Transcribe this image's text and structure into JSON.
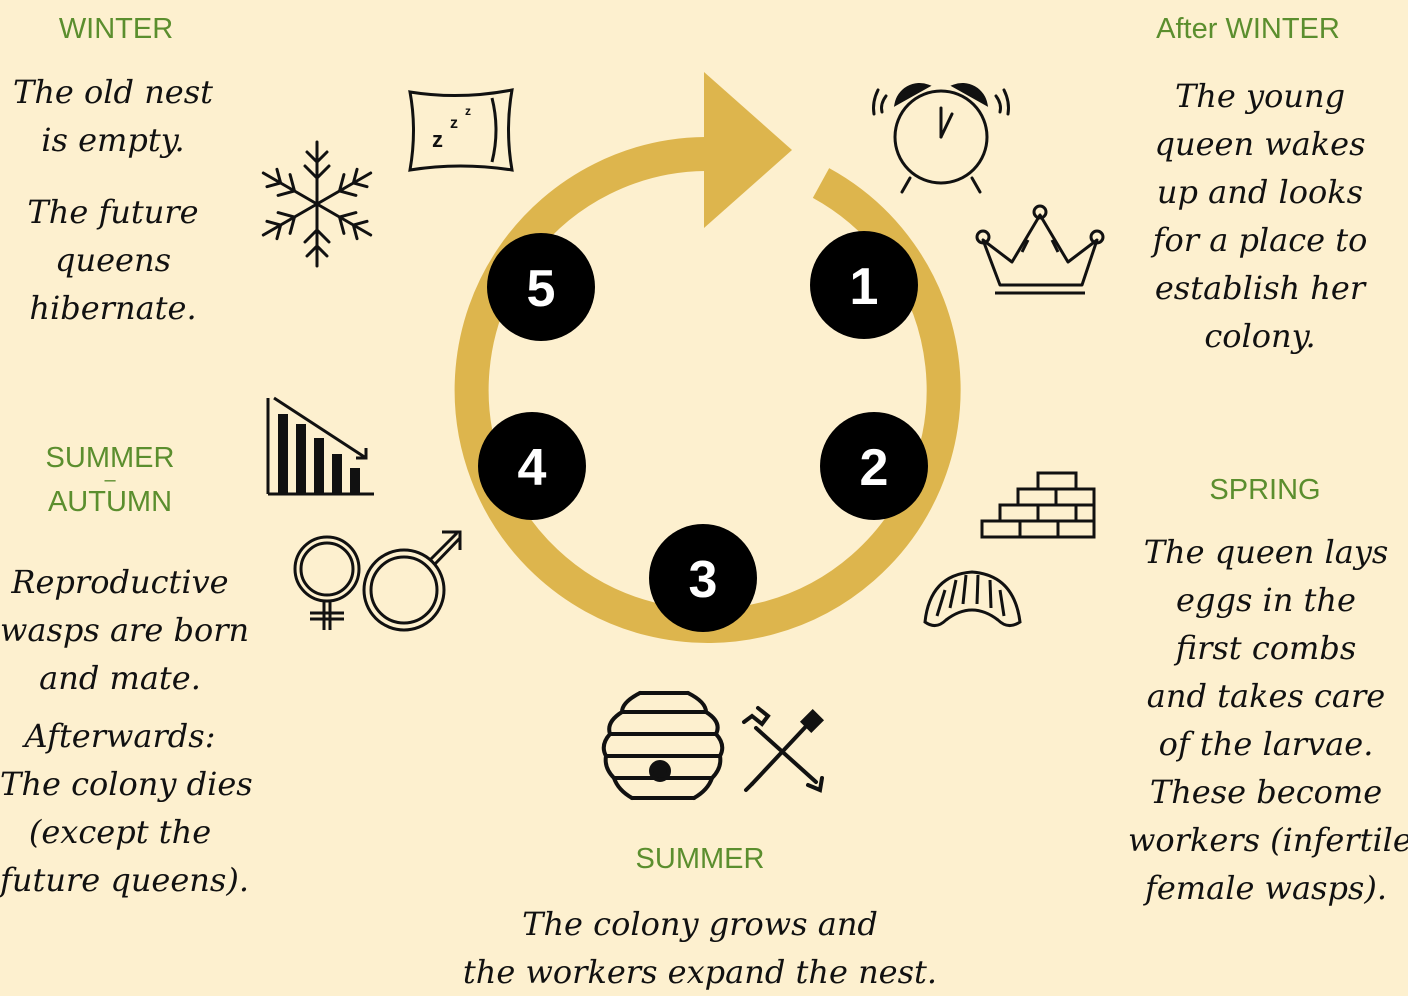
{
  "stages": {
    "winter": {
      "heading": "WINTER",
      "lines": [
        "The old nest",
        "is empty.",
        "The future",
        "queens",
        "hibernate."
      ]
    },
    "after_winter": {
      "heading": "After WINTER",
      "lines": [
        "The young",
        "queen wakes",
        "up and looks",
        "for a place to",
        "establish her",
        "colony."
      ]
    },
    "spring": {
      "heading": "SPRING",
      "lines": [
        "The queen lays",
        "eggs in the",
        "first combs",
        "and takes care",
        "of the larvae.",
        "These become",
        "workers (infertile",
        "female wasps)."
      ]
    },
    "summer": {
      "heading": "SUMMER",
      "lines": [
        "The colony grows and",
        "the workers expand the nest."
      ]
    },
    "summer_autumn": {
      "heading_top": "SUMMER",
      "heading_dash": "–",
      "heading_bottom": "AUTUMN",
      "lines": [
        "Reproductive",
        "wasps are born",
        "and mate.",
        "Afterwards:",
        "The colony dies",
        "(except the",
        "future queens)."
      ]
    }
  },
  "cycle_numbers": [
    "1",
    "2",
    "3",
    "4",
    "5"
  ],
  "icons": {
    "winter": [
      "pillow-sleep-icon",
      "snowflake-icon"
    ],
    "after_winter": [
      "alarm-clock-icon",
      "crown-icon"
    ],
    "spring": [
      "brick-wall-icon",
      "larva-icon"
    ],
    "summer": [
      "beehive-icon",
      "tools-icon"
    ],
    "summer_autumn": [
      "declining-bar-chart-icon",
      "female-male-symbols-icon"
    ]
  },
  "colors": {
    "background": "#fdf0cf",
    "heading": "#5b8e2e",
    "arrow": "#ddb54d",
    "badge": "#000000"
  }
}
